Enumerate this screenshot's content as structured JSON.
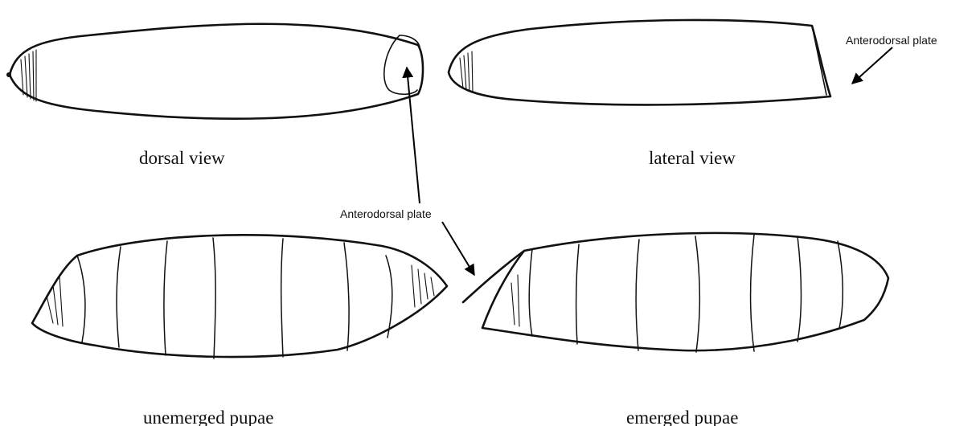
{
  "captions": {
    "dorsal": "dorsal view",
    "lateral": "lateral view",
    "unemerged": "unemerged pupae",
    "emerged": "emerged pupae"
  },
  "annotations": {
    "lateral_plate": "Anterodorsal plate",
    "center_plate": "Anterodorsal plate"
  }
}
